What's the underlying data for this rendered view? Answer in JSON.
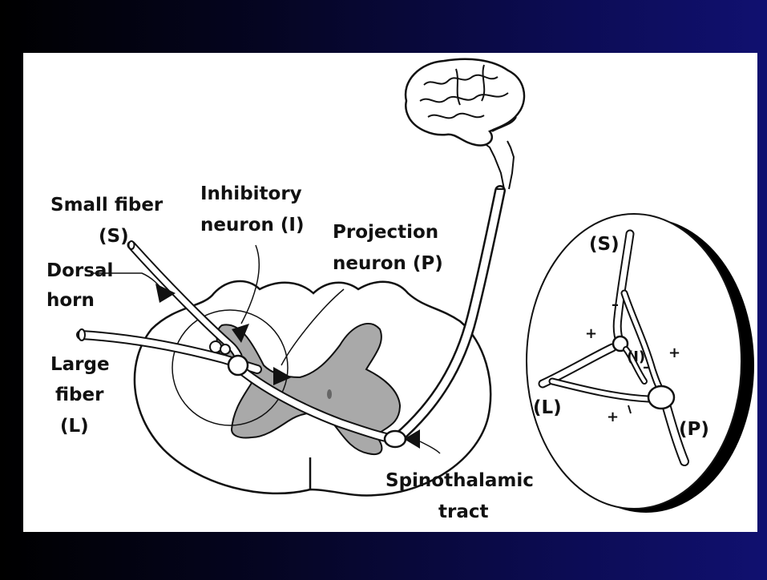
{
  "labels": {
    "small_fiber_1": "Small fiber",
    "small_fiber_2": "(S)",
    "inhibitory_1": "Inhibitory",
    "inhibitory_2": "neuron (I)",
    "projection_1": "Projection",
    "projection_2": "neuron (P)",
    "dorsal_1": "Dorsal",
    "dorsal_2": "horn",
    "large_1": "Large",
    "large_2": "fiber",
    "large_3": "(L)",
    "spino_1": "Spinothalamic",
    "spino_2": "tract"
  },
  "inset": {
    "s": "(S)",
    "i": "(I)",
    "l": "(L)",
    "p": "(P)",
    "plus": "+",
    "minus": "–"
  },
  "colors": {
    "grey_matter": "#a9a9a9",
    "panel": "#ffffff",
    "ink": "#111111"
  }
}
